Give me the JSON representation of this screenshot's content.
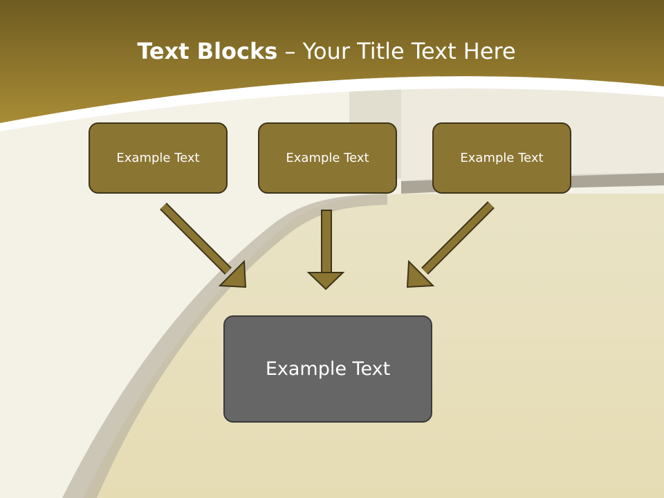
{
  "slide": {
    "title_bold": "Text Blocks",
    "title_rest": " – Your Title Text Here"
  },
  "blocks": [
    {
      "label": "Example Text"
    },
    {
      "label": "Example Text"
    },
    {
      "label": "Example Text"
    }
  ],
  "result_block": {
    "label": "Example Text"
  },
  "colors": {
    "header_band": "#9a8033",
    "block_fill": "#8b7532",
    "block_border": "#3c3418",
    "result_fill": "#666666",
    "arrow_fill": "#8b7532"
  }
}
